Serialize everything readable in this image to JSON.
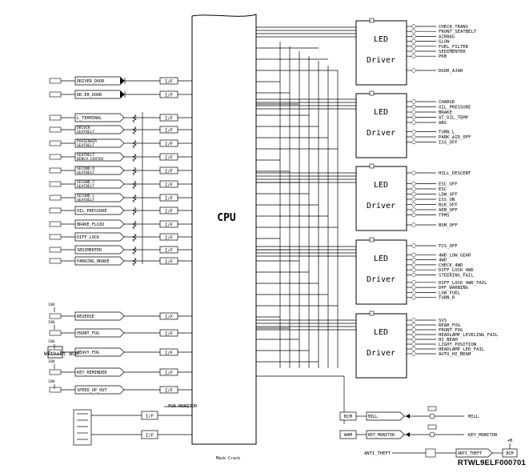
{
  "cpu_label": "CPU",
  "led_driver_label": [
    "LED",
    "Driver"
  ],
  "inputs": [
    {
      "id": "driver-door",
      "label": "DRIVER_DOOR"
    },
    {
      "id": "driver-door-2",
      "label": "DR.ER_DOOR"
    },
    {
      "id": "l-terminal",
      "label": "L_TERMINAL"
    },
    {
      "id": "driver-seatbelt",
      "label": "DRIVER SEATBELT"
    },
    {
      "id": "passenger-seatbelt",
      "label": "PASSENGER SEATBELT"
    },
    {
      "id": "seatbelt-bench-center",
      "label": "SEATBELT BENCH.CENTER"
    },
    {
      "id": "second-r-seatbelt",
      "label": "SECOND_R SEATBELT"
    },
    {
      "id": "second-c-seatbelt",
      "label": "SECOND_C SEATBELT"
    },
    {
      "id": "second-l-seatbelt",
      "label": "SECOND_L SEATBELT"
    },
    {
      "id": "oil-pressure",
      "label": "OIL_PRESSURE"
    },
    {
      "id": "brake-fluid",
      "label": "BRAKE_FLUID"
    },
    {
      "id": "diff-lock",
      "label": "DIFF_LOCK"
    },
    {
      "id": "sedimenter",
      "label": "SEDIMENTER"
    },
    {
      "id": "parking-brake",
      "label": "PARKING_BRAKE"
    },
    {
      "id": "reverse",
      "label": "REVERSE"
    },
    {
      "id": "front-fog",
      "label": "FRONT_FOG"
    },
    {
      "id": "heavy-fog",
      "label": "HEAVY_FOG"
    },
    {
      "id": "key-reminder",
      "label": "KEY_REMINDER"
    },
    {
      "id": "speed-up-out",
      "label": "SPEED_UP_OUT"
    }
  ],
  "interface_label": "I/F",
  "without_bcm_label": "Without BCM",
  "source_label": "IGN",
  "for_monitor_label": "FOR MONITOR",
  "mask_crack_label": "Mask Crack",
  "led_outputs": [
    [
      "CHECK_TRANS",
      "FRONT_SEATBELT",
      "AIRBAG",
      "GLOW",
      "FUEL_FILTER",
      "SEDIMENTER",
      "PKB",
      "DOOR_AJAR"
    ],
    [
      "CHARGE",
      "OIL_PRESSURE",
      "BRAKE",
      "AT_OIL_TEMP",
      "ABS",
      "TURN_L",
      "PARK_AID_OFF",
      "ISS_OFF"
    ],
    [
      "HILL_DESCENT",
      "ESC_OFF",
      "ESC",
      "LDW_OFF",
      "ISS_ON",
      "BLK_OFF",
      "AEB_OFF",
      "TPMS",
      "BSM_OFF"
    ],
    [
      "TCS_OFF",
      "4WD_LOW_GEAR",
      "4WD",
      "CHECK_4WD",
      "DIFF_LOCK_4WD",
      "STEERING_FAIL",
      "DIFF_LOCK_4WD_FAIL",
      "DPF_WARNING",
      "LOW_FUEL",
      "TURN_R"
    ],
    [
      "SVS",
      "REAR_FOG",
      "FRONT_FOG",
      "HEADLAMP_LEVELING_FAIL",
      "HI_BEAM",
      "LIGHT_POSITION",
      "HEADLAMP_LED_FAIL",
      "AUTO_HI_BEAM"
    ]
  ],
  "bottom_right": {
    "bcm_label": "BCM",
    "wam_label": "WAM",
    "mill_left": "MILL",
    "mill_right": "MILL",
    "key_monitor_left": "KEY_MONITOR",
    "key_monitor_right": "KEY_MONITOR",
    "anti_theft_left": "ANTI_THEFT",
    "anti_theft_mid": "ANTI_THEFT",
    "anti_theft_right": "BCM",
    "plus_b": "+B"
  },
  "footer_code": "RTWL9ELF000701"
}
